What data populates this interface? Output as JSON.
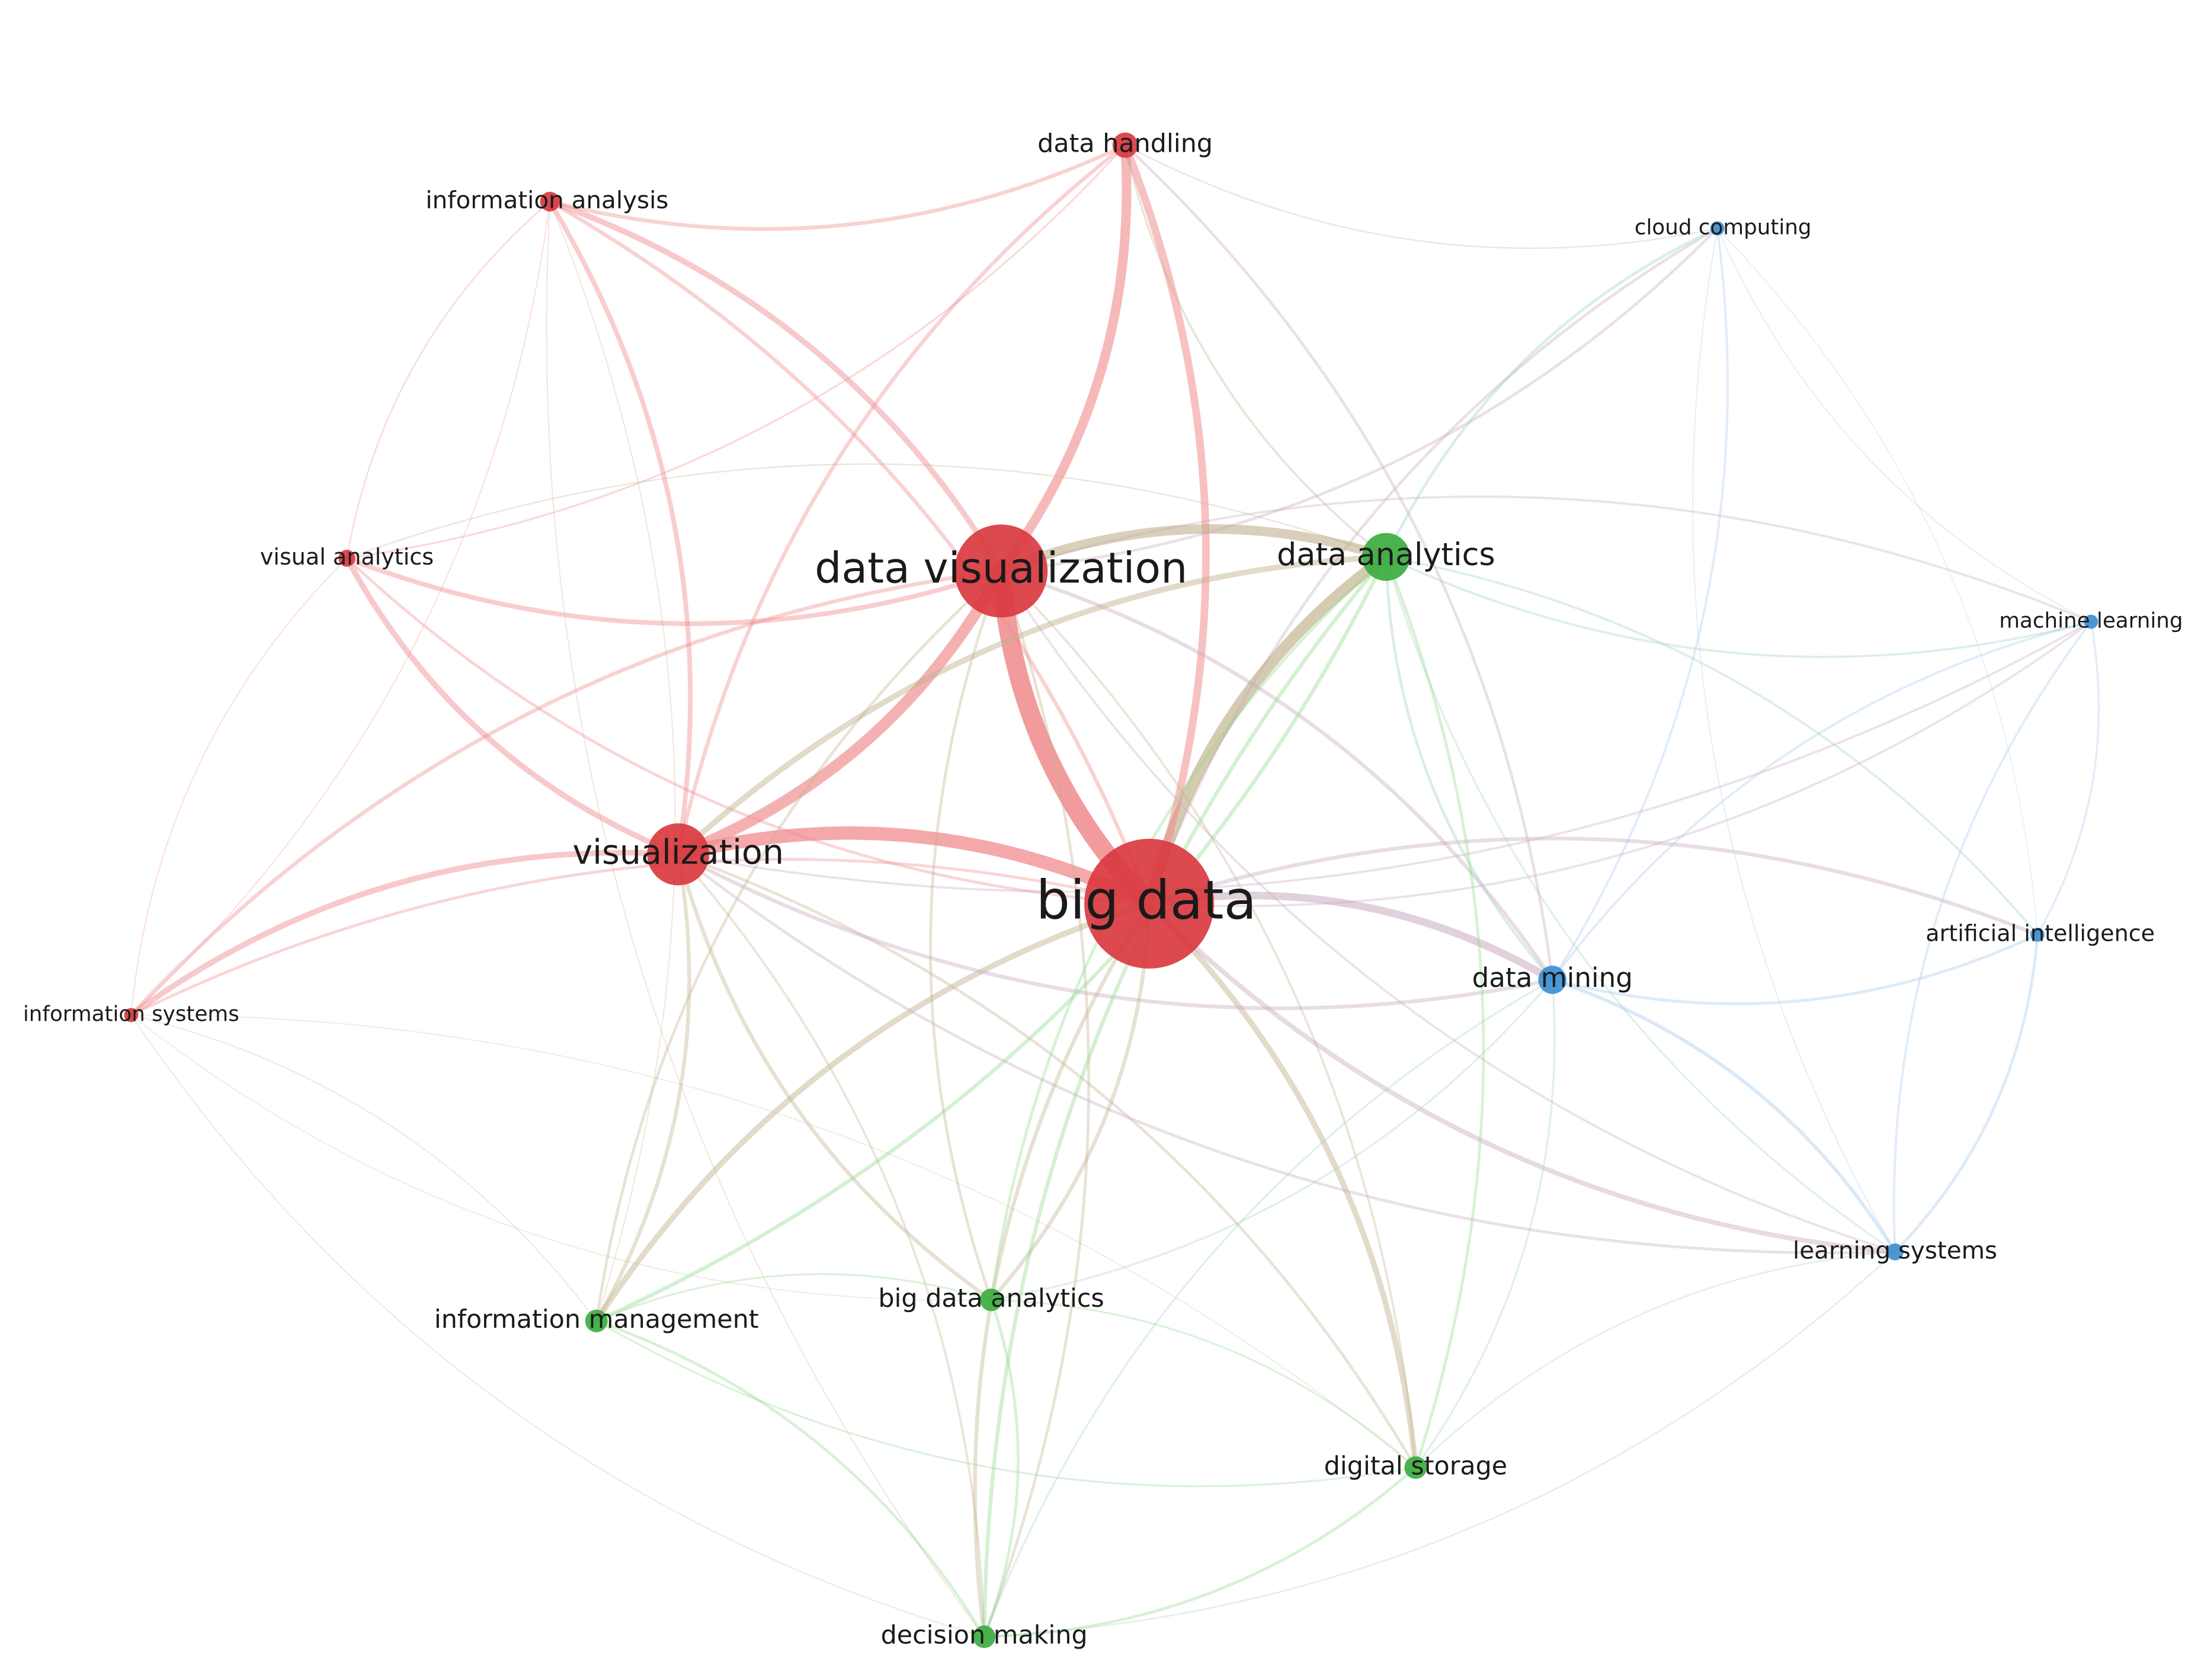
{
  "clusters": {
    "red": {
      "node_color": "#d93a3f",
      "edge_color": "#f08a8c"
    },
    "green": {
      "node_color": "#3cad3f",
      "edge_color": "#8fd88a"
    },
    "blue": {
      "node_color": "#3d8fd0",
      "edge_color": "#9ec5ec"
    }
  },
  "nodes": [
    {
      "id": "big-data",
      "label": "big data",
      "cluster": "red",
      "weight": 10
    },
    {
      "id": "data-visualization",
      "label": "data visualization",
      "cluster": "red",
      "weight": 7
    },
    {
      "id": "visualization",
      "label": "visualization",
      "cluster": "red",
      "weight": 4.5
    },
    {
      "id": "data-handling",
      "label": "data handling",
      "cluster": "red",
      "weight": 2
    },
    {
      "id": "information-analysis",
      "label": "information analysis",
      "cluster": "red",
      "weight": 1.6
    },
    {
      "id": "visual-analytics",
      "label": "visual analytics",
      "cluster": "red",
      "weight": 1.4
    },
    {
      "id": "information-systems",
      "label": "information systems",
      "cluster": "red",
      "weight": 1.2
    },
    {
      "id": "data-analytics",
      "label": "data analytics",
      "cluster": "green",
      "weight": 3.5
    },
    {
      "id": "big-data-analytics",
      "label": "big data analytics",
      "cluster": "green",
      "weight": 1.8
    },
    {
      "id": "information-management",
      "label": "information management",
      "cluster": "green",
      "weight": 1.9
    },
    {
      "id": "digital-storage",
      "label": "digital storage",
      "cluster": "green",
      "weight": 1.9
    },
    {
      "id": "decision-making",
      "label": "decision making",
      "cluster": "green",
      "weight": 2
    },
    {
      "id": "data-mining",
      "label": "data mining",
      "cluster": "blue",
      "weight": 2.2
    },
    {
      "id": "cloud-computing",
      "label": "cloud computing",
      "cluster": "blue",
      "weight": 1.2
    },
    {
      "id": "machine-learning",
      "label": "machine learning",
      "cluster": "blue",
      "weight": 1.2
    },
    {
      "id": "artificial-intelligence",
      "label": "artificial intelligence",
      "cluster": "blue",
      "weight": 1.3
    },
    {
      "id": "learning-systems",
      "label": "learning systems",
      "cluster": "blue",
      "weight": 1.5
    }
  ],
  "edges": [
    {
      "source": "big-data",
      "target": "data-visualization",
      "strength": 10
    },
    {
      "source": "big-data",
      "target": "visualization",
      "strength": 7
    },
    {
      "source": "big-data",
      "target": "data-analytics",
      "strength": 6
    },
    {
      "source": "big-data",
      "target": "data-handling",
      "strength": 4
    },
    {
      "source": "big-data",
      "target": "data-mining",
      "strength": 4
    },
    {
      "source": "big-data",
      "target": "information-management",
      "strength": 3
    },
    {
      "source": "big-data",
      "target": "digital-storage",
      "strength": 3
    },
    {
      "source": "big-data",
      "target": "learning-systems",
      "strength": 2.5
    },
    {
      "source": "big-data",
      "target": "artificial-intelligence",
      "strength": 2
    },
    {
      "source": "big-data",
      "target": "decision-making",
      "strength": 2
    },
    {
      "source": "big-data",
      "target": "big-data-analytics",
      "strength": 2
    },
    {
      "source": "big-data",
      "target": "information-analysis",
      "strength": 2
    },
    {
      "source": "big-data",
      "target": "visual-analytics",
      "strength": 1.5
    },
    {
      "source": "big-data",
      "target": "information-systems",
      "strength": 1.5
    },
    {
      "source": "big-data",
      "target": "cloud-computing",
      "strength": 1.5
    },
    {
      "source": "big-data",
      "target": "machine-learning",
      "strength": 1.2
    },
    {
      "source": "data-visualization",
      "target": "visualization",
      "strength": 6
    },
    {
      "source": "data-visualization",
      "target": "data-handling",
      "strength": 5
    },
    {
      "source": "data-visualization",
      "target": "data-analytics",
      "strength": 5
    },
    {
      "source": "data-visualization",
      "target": "information-analysis",
      "strength": 3
    },
    {
      "source": "data-visualization",
      "target": "visual-analytics",
      "strength": 2.5
    },
    {
      "source": "data-visualization",
      "target": "information-systems",
      "strength": 2
    },
    {
      "source": "data-visualization",
      "target": "data-mining",
      "strength": 2
    },
    {
      "source": "data-visualization",
      "target": "big-data-analytics",
      "strength": 1.5
    },
    {
      "source": "data-visualization",
      "target": "decision-making",
      "strength": 1.5
    },
    {
      "source": "data-visualization",
      "target": "information-management",
      "strength": 1.5
    },
    {
      "source": "data-visualization",
      "target": "digital-storage",
      "strength": 1.2
    },
    {
      "source": "data-visualization",
      "target": "cloud-computing",
      "strength": 1.5
    },
    {
      "source": "data-visualization",
      "target": "machine-learning",
      "strength": 1.2
    },
    {
      "source": "data-visualization",
      "target": "learning-systems",
      "strength": 1.2
    },
    {
      "source": "visualization",
      "target": "data-handling",
      "strength": 2
    },
    {
      "source": "visualization",
      "target": "information-analysis",
      "strength": 2.5
    },
    {
      "source": "visualization",
      "target": "visual-analytics",
      "strength": 3
    },
    {
      "source": "visualization",
      "target": "information-systems",
      "strength": 3
    },
    {
      "source": "visualization",
      "target": "data-analytics",
      "strength": 3
    },
    {
      "source": "visualization",
      "target": "data-mining",
      "strength": 2
    },
    {
      "source": "visualization",
      "target": "information-management",
      "strength": 2
    },
    {
      "source": "visualization",
      "target": "big-data-analytics",
      "strength": 2
    },
    {
      "source": "visualization",
      "target": "digital-storage",
      "strength": 1.5
    },
    {
      "source": "visualization",
      "target": "learning-systems",
      "strength": 1.5
    },
    {
      "source": "visualization",
      "target": "decision-making",
      "strength": 1.2
    },
    {
      "source": "visualization",
      "target": "machine-learning",
      "strength": 1.2
    },
    {
      "source": "data-handling",
      "target": "information-analysis",
      "strength": 2
    },
    {
      "source": "data-handling",
      "target": "data-analytics",
      "strength": 1.2
    },
    {
      "source": "data-handling",
      "target": "data-mining",
      "strength": 1.5
    },
    {
      "source": "data-handling",
      "target": "cloud-computing",
      "strength": 0.8
    },
    {
      "source": "data-handling",
      "target": "visual-analytics",
      "strength": 1
    },
    {
      "source": "information-analysis",
      "target": "visual-analytics",
      "strength": 0.8
    },
    {
      "source": "information-analysis",
      "target": "information-systems",
      "strength": 0.6
    },
    {
      "source": "information-analysis",
      "target": "decision-making",
      "strength": 0.6
    },
    {
      "source": "information-analysis",
      "target": "information-management",
      "strength": 0.6
    },
    {
      "source": "visual-analytics",
      "target": "information-systems",
      "strength": 0.6
    },
    {
      "source": "visual-analytics",
      "target": "data-analytics",
      "strength": 0.8
    },
    {
      "source": "information-systems",
      "target": "decision-making",
      "strength": 0.6
    },
    {
      "source": "information-systems",
      "target": "information-management",
      "strength": 0.6
    },
    {
      "source": "information-systems",
      "target": "big-data-analytics",
      "strength": 0.5
    },
    {
      "source": "information-systems",
      "target": "digital-storage",
      "strength": 0.5
    },
    {
      "source": "data-analytics",
      "target": "data-mining",
      "strength": 1.5
    },
    {
      "source": "data-analytics",
      "target": "cloud-computing",
      "strength": 1.5
    },
    {
      "source": "data-analytics",
      "target": "machine-learning",
      "strength": 1.2
    },
    {
      "source": "data-analytics",
      "target": "artificial-intelligence",
      "strength": 1.2
    },
    {
      "source": "data-analytics",
      "target": "learning-systems",
      "strength": 1
    },
    {
      "source": "data-analytics",
      "target": "information-management",
      "strength": 2
    },
    {
      "source": "data-analytics",
      "target": "big-data-analytics",
      "strength": 1.5
    },
    {
      "source": "data-analytics",
      "target": "digital-storage",
      "strength": 1.5
    },
    {
      "source": "data-analytics",
      "target": "decision-making",
      "strength": 2
    },
    {
      "source": "big-data-analytics",
      "target": "decision-making",
      "strength": 1.5
    },
    {
      "source": "big-data-analytics",
      "target": "information-management",
      "strength": 1
    },
    {
      "source": "big-data-analytics",
      "target": "digital-storage",
      "strength": 1
    },
    {
      "source": "big-data-analytics",
      "target": "data-mining",
      "strength": 1
    },
    {
      "source": "information-management",
      "target": "decision-making",
      "strength": 1.5
    },
    {
      "source": "information-management",
      "target": "digital-storage",
      "strength": 1
    },
    {
      "source": "digital-storage",
      "target": "decision-making",
      "strength": 1.5
    },
    {
      "source": "digital-storage",
      "target": "data-mining",
      "strength": 1
    },
    {
      "source": "digital-storage",
      "target": "learning-systems",
      "strength": 0.8
    },
    {
      "source": "decision-making",
      "target": "learning-systems",
      "strength": 0.8
    },
    {
      "source": "decision-making",
      "target": "data-mining",
      "strength": 1
    },
    {
      "source": "data-mining",
      "target": "cloud-computing",
      "strength": 1.2
    },
    {
      "source": "data-mining",
      "target": "machine-learning",
      "strength": 1.2
    },
    {
      "source": "data-mining",
      "target": "artificial-intelligence",
      "strength": 1.5
    },
    {
      "source": "data-mining",
      "target": "learning-systems",
      "strength": 1.8
    },
    {
      "source": "cloud-computing",
      "target": "machine-learning",
      "strength": 0.6
    },
    {
      "source": "cloud-computing",
      "target": "artificial-intelligence",
      "strength": 0.5
    },
    {
      "source": "cloud-computing",
      "target": "learning-systems",
      "strength": 0.6
    },
    {
      "source": "machine-learning",
      "target": "artificial-intelligence",
      "strength": 1
    },
    {
      "source": "machine-learning",
      "target": "learning-systems",
      "strength": 1.2
    },
    {
      "source": "artificial-intelligence",
      "target": "learning-systems",
      "strength": 1.5
    }
  ]
}
